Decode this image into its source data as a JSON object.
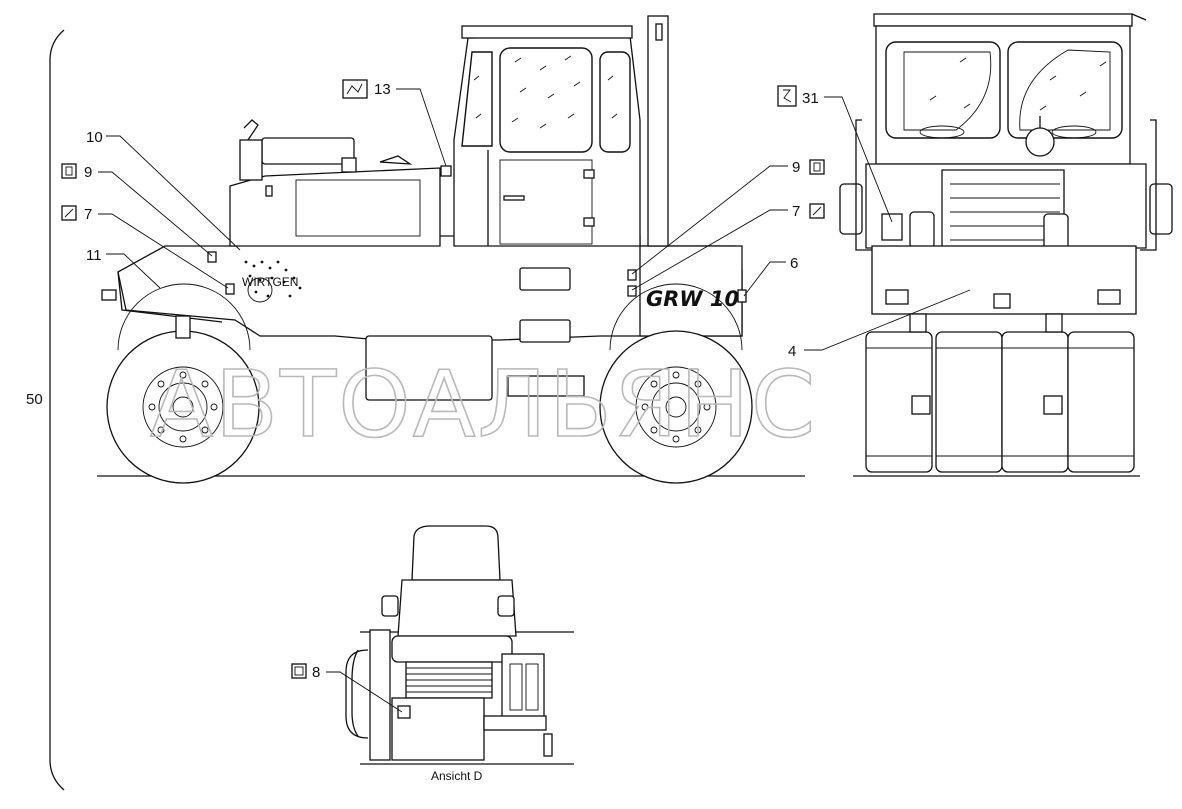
{
  "watermark": "АВТОАЛЬЯНС",
  "model_badge": "GRW 10",
  "view_caption": "Ansicht D",
  "callouts": {
    "c50": "50",
    "c13": "13",
    "c10": "10",
    "c9_left": "9",
    "c7_left": "7",
    "c11": "11",
    "c9_right": "9",
    "c7_right": "7",
    "c6": "6",
    "c31": "31",
    "c4": "4",
    "c8": "8"
  },
  "tiny_text": {
    "wirtgen_plate": "WIRTGEN"
  }
}
